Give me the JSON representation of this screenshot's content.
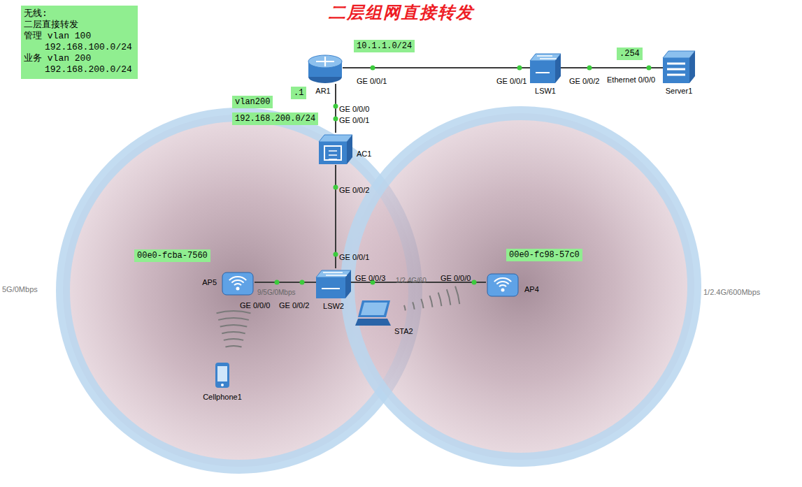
{
  "diagram": {
    "title": "二层组网直接转发",
    "nodes": [
      {
        "text": [
          "无线:",
          "二层直接转发",
          "管理 vlan 100",
          "192.168.100.0/24",
          "业务 vlan 200",
          "192.168.200.0/24"
        ]
      },
      {
        "text": [
          "10.1.1.0/24"
        ]
      },
      {
        "text": [
          "AR1"
        ]
      },
      {
        "text": [
          "LSW1"
        ]
      },
      {
        "text": [
          ".254"
        ]
      },
      {
        "text": [
          "Server1"
        ]
      },
      {
        "text": [
          ".1"
        ]
      },
      {
        "text": [
          "vlan200"
        ]
      },
      {
        "text": [
          "192.168.200.0/24"
        ]
      },
      {
        "text": [
          "AC1"
        ]
      },
      {
        "text": [
          "00e0-fcba-7560"
        ]
      },
      {
        "text": [
          "AP5"
        ]
      },
      {
        "text": [
          "LSW2"
        ]
      },
      {
        "text": [
          "00e0-fc98-57c0"
        ]
      },
      {
        "text": [
          "AP4"
        ]
      },
      {
        "text": [
          "STA2"
        ]
      },
      {
        "text": [
          "Cellphone1"
        ]
      }
    ],
    "edges": [
      {
        "from": 2,
        "to": 3,
        "arrow": "none"
      },
      {
        "from": 3,
        "to": 5,
        "arrow": "none"
      },
      {
        "from": 2,
        "to": 9,
        "arrow": "none"
      },
      {
        "from": 9,
        "to": 12,
        "arrow": "none"
      },
      {
        "from": 12,
        "to": 11,
        "arrow": "none"
      },
      {
        "from": 12,
        "to": 14,
        "arrow": "none"
      }
    ],
    "labels": [
      "GE 0/0/1",
      "GE 0/0/1",
      "GE 0/0/2",
      "Ethernet 0/0/0",
      "GE 0/0/0",
      "GE 0/0/1",
      "GE 0/0/2",
      "GE 0/0/1",
      "5G/0Mbps",
      "9/5G/0Mbps",
      "GE 0/0/0",
      "GE 0/0/2",
      "GE 0/0/3",
      "GE 0/0/0",
      "1/2.4G/60",
      "1/2.4G/600Mbps"
    ]
  }
}
